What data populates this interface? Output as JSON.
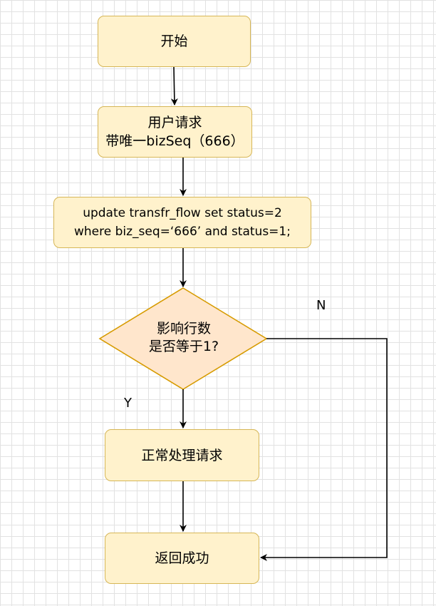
{
  "nodes": {
    "start": {
      "label": "开始"
    },
    "request": {
      "line1": "用户请求",
      "line2": "带唯一bizSeq（666）"
    },
    "update": {
      "line1": "update transfr_flow set status=2",
      "line2": "where biz_seq=‘666’ and status=1;"
    },
    "decision": {
      "line1": "影响行数",
      "line2": "是否等于1?"
    },
    "process": {
      "label": "正常处理请求"
    },
    "success": {
      "label": "返回成功"
    }
  },
  "edges": {
    "yes_label": "Y",
    "no_label": "N"
  },
  "colors": {
    "node_fill": "#fff2cc",
    "node_border": "#d6b656",
    "decision_fill": "#ffe6cc",
    "decision_border": "#d79b00",
    "connector": "#000000"
  }
}
